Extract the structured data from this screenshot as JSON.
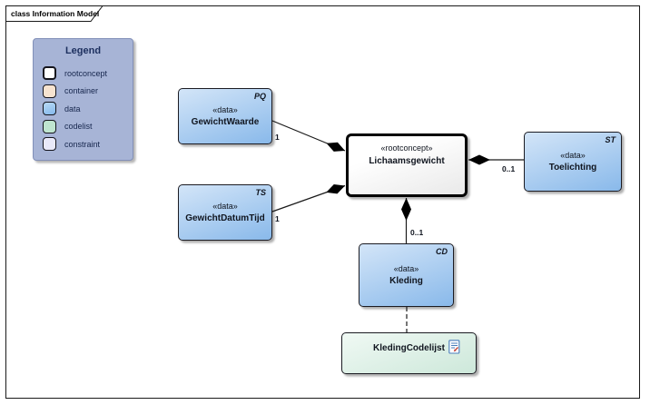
{
  "frame": {
    "title": "class Information Model"
  },
  "legend": {
    "title": "Legend",
    "items": [
      {
        "label": "rootconcept",
        "color": "#ffffff"
      },
      {
        "label": "container",
        "color": "#f7e3d0"
      },
      {
        "label": "data",
        "color": "#8cc1f0"
      },
      {
        "label": "codelist",
        "color": "#bfe5d0"
      },
      {
        "label": "constraint",
        "color": "#e9e9f9"
      }
    ]
  },
  "nodes": {
    "gewichtwaarde": {
      "tag": "PQ",
      "stereotype": "«data»",
      "name": "GewichtWaarde"
    },
    "gewichtdatumtijd": {
      "tag": "TS",
      "stereotype": "«data»",
      "name": "GewichtDatumTijd"
    },
    "lichaamsgewicht": {
      "stereotype": "«rootconcept»",
      "name": "Lichaamsgewicht"
    },
    "toelichting": {
      "tag": "ST",
      "stereotype": "«data»",
      "name": "Toelichting"
    },
    "kleding": {
      "tag": "CD",
      "stereotype": "«data»",
      "name": "Kleding"
    },
    "kledingcodelijst": {
      "name": "KledingCodelijst"
    }
  },
  "connectors": {
    "gewichtwaarde_mult": "1",
    "gewichtdatumtijd_mult": "1",
    "toelichting_mult": "0..1",
    "kleding_mult": "0..1"
  },
  "colors": {
    "data_fill_top": "#d3e5f8",
    "data_fill_bottom": "#89b9ea",
    "rootconcept_fill": "#ffffff",
    "codelist_fill_top": "#f0f9f4",
    "codelist_fill_bottom": "#cde8da",
    "legend_bg": "#a7b4d6",
    "legend_title_text": "#1c2f5e",
    "line": "#1a1a1a",
    "text": "#10151f"
  }
}
